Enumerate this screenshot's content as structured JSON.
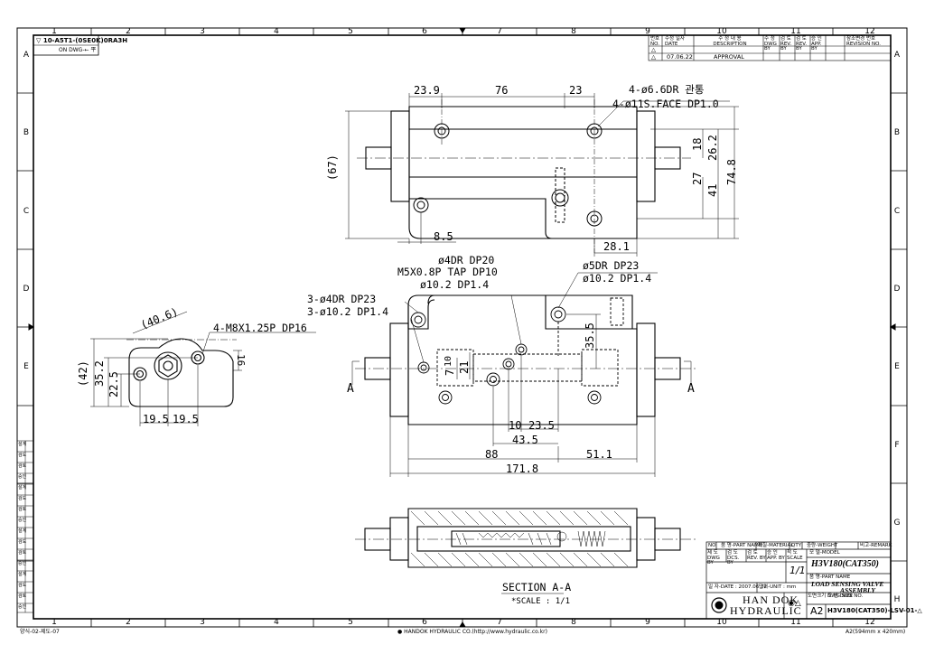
{
  "zones_top": [
    "1",
    "2",
    "3",
    "4",
    "5",
    "6",
    "7",
    "8",
    "9",
    "10",
    "11",
    "12"
  ],
  "zones_side": [
    "A",
    "B",
    "C",
    "D",
    "E",
    "F",
    "G",
    "H"
  ],
  "top_left_tag": "▽ 10-A5T1-(0SE0K)0RA3H",
  "top_left_sub": "ON DWG-← 平",
  "revision_table": {
    "headers": [
      "번호 NO.",
      "수정 일자 DATE",
      "수 정 내 용 DESCRIPTION",
      "수 정 DWG BY",
      "검 토 REV. BY",
      "검 토 REV. BY",
      "승 인 APP. BY",
      "참조변경 번호 REVISION NO."
    ],
    "rows": [
      {
        "no": "△",
        "date": "",
        "desc": ""
      },
      {
        "no": "△",
        "date": "07.06.22",
        "desc": "APPROVAL"
      }
    ]
  },
  "top_view": {
    "dims": [
      "23.9",
      "76",
      "23",
      "(67)",
      "18",
      "26.2",
      "27",
      "41",
      "74.8",
      "8.5",
      "28.1"
    ],
    "notes": [
      "4-ø6.6DR 관통",
      "4-ø11S.FACE DP1.0"
    ]
  },
  "flange_view": {
    "dims": [
      "(40.6)",
      "(42)",
      "35.2",
      "22.5",
      "19.5",
      "19.5",
      "16"
    ],
    "note": "4-M8X1.25P DP16"
  },
  "front_view": {
    "notes_left": [
      "ø4DR DP20",
      "M5X0.8P TAP DP10",
      "ø10.2 DP1.4"
    ],
    "notes_right": [
      "ø5DR DP23",
      "ø10.2 DP1.4"
    ],
    "notes_side": [
      "3-ø4DR DP23",
      "3-ø10.2 DP1.4"
    ],
    "dims": [
      "35.5",
      "7",
      "10",
      "21",
      "10",
      "23.5",
      "43.5",
      "88",
      "51.1",
      "171.8"
    ],
    "section_mark": "A"
  },
  "section_view": {
    "title": "SECTION A-A",
    "scale": "*SCALE : 1/1"
  },
  "title_block": {
    "hdr_no": "NO",
    "hdr_part_name": "품 명-PART NAME",
    "hdr_material": "재질-MATERIAL",
    "hdr_qty": "QTY",
    "hdr_weight": "중량-WEIGHT",
    "hdr_remark": "비고-REMARK",
    "sign_headers": [
      "제 도 DWG BY",
      "검 도 DCS. BY",
      "검 토 REV. BY",
      "승 인 APP. BY",
      "척 도 SCALE"
    ],
    "scale_value": "1/1",
    "model_label": "모 델-MODEL",
    "model": "H3V180(CAT350)",
    "part_name_label": "품 명-PART NAME",
    "part_name_1": "LOAD SENSING VALVE",
    "part_name_2": "ASSEMBLY",
    "date_label": "일 자-DATE : 2007.06.22",
    "unit_label": "단위-UNIT : mm",
    "company_1": "HAN DOK",
    "company_2": "HYDRAULIC",
    "dwg_size_label": "도면크기 DWG SIZE",
    "dwg_size": "A2",
    "dwg_no_label": "도 번 DWG NO.",
    "dwg_no": "H3V180(CAT350)-LSV-01-△"
  },
  "side_strip_labels": [
    "설계",
    "검도",
    "검토",
    "승인",
    "설계",
    "검도",
    "검토",
    "승인",
    "설계",
    "검도",
    "검토",
    "승인",
    "설계",
    "검도",
    "검토",
    "승인"
  ],
  "footer": {
    "form_no": "양식-02-제도-07",
    "company_url": "● HANDOK HYDRAULIC CO.(http://www.hydraulic.co.kr)",
    "sheet_size": "A2(594mm x 420mm)"
  }
}
